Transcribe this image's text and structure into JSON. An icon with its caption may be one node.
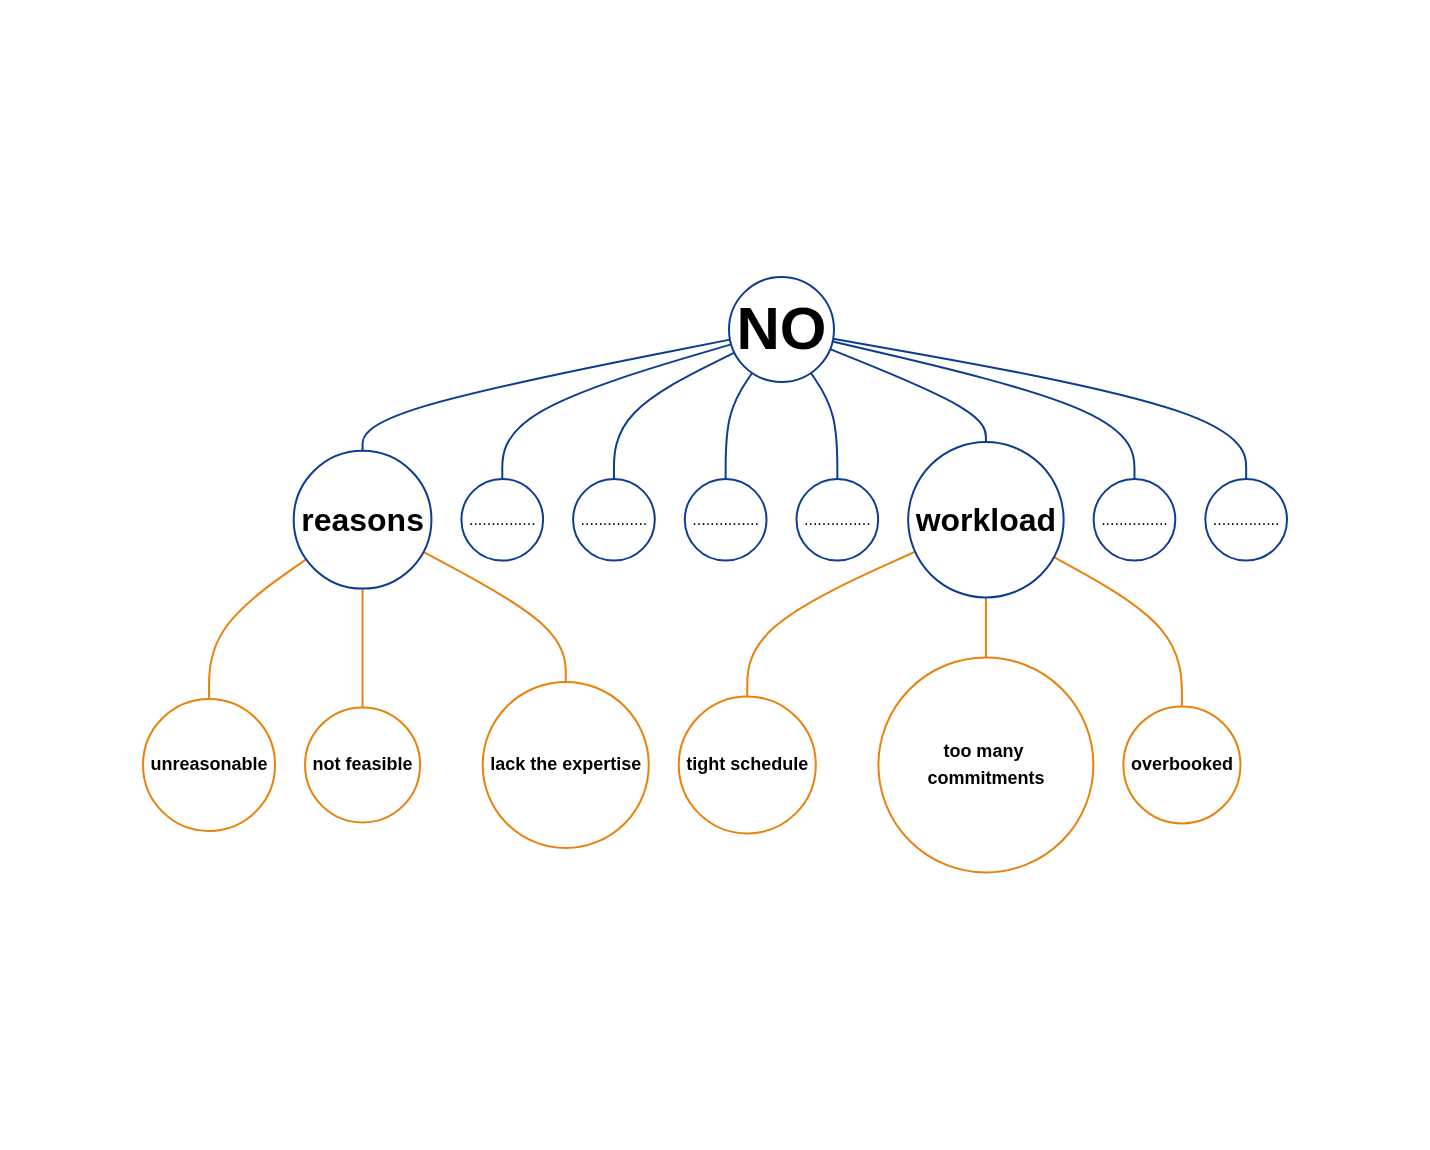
{
  "diagram": {
    "nodes": [
      {
        "text": [
          "not feasible"
        ]
      },
      {
        "text": [
          "lack the expertise"
        ]
      },
      {
        "text": [
          "unreasonable"
        ]
      },
      {
        "text": [
          "reasons"
        ]
      },
      {
        "text": [
          "..............."
        ]
      },
      {
        "text": [
          "..............."
        ]
      },
      {
        "text": [
          "NO"
        ]
      },
      {
        "text": [
          "..............."
        ]
      },
      {
        "text": [
          "..............."
        ]
      },
      {
        "text": [
          "tight schedule"
        ]
      },
      {
        "text": [
          "workload"
        ]
      },
      {
        "text": [
          "too many commitments"
        ]
      },
      {
        "text": [
          "..............."
        ]
      },
      {
        "text": [
          "..............."
        ]
      },
      {
        "text": [
          "overbooked"
        ]
      }
    ],
    "edges": [
      {
        "from": 6,
        "to": 3,
        "arrow": "none"
      },
      {
        "from": 6,
        "to": 4,
        "arrow": "none"
      },
      {
        "from": 6,
        "to": 5,
        "arrow": "none"
      },
      {
        "from": 6,
        "to": 7,
        "arrow": "none"
      },
      {
        "from": 6,
        "to": 8,
        "arrow": "none"
      },
      {
        "from": 6,
        "to": 10,
        "arrow": "none"
      },
      {
        "from": 6,
        "to": 13,
        "arrow": "none"
      },
      {
        "from": 6,
        "to": 12,
        "arrow": "none"
      },
      {
        "from": 3,
        "to": 2,
        "arrow": "none",
        "color": "#e8820c"
      },
      {
        "from": 3,
        "to": 0,
        "arrow": "none",
        "color": "#e8820c"
      },
      {
        "from": 3,
        "to": 1,
        "arrow": "none",
        "color": "#e8820c"
      },
      {
        "from": 10,
        "to": 9,
        "arrow": "none",
        "color": "#e8820c"
      },
      {
        "from": 10,
        "to": 11,
        "arrow": "none",
        "color": "#e8820c"
      },
      {
        "from": 10,
        "to": 14,
        "arrow": "none",
        "color": "#e8820c"
      }
    ]
  }
}
